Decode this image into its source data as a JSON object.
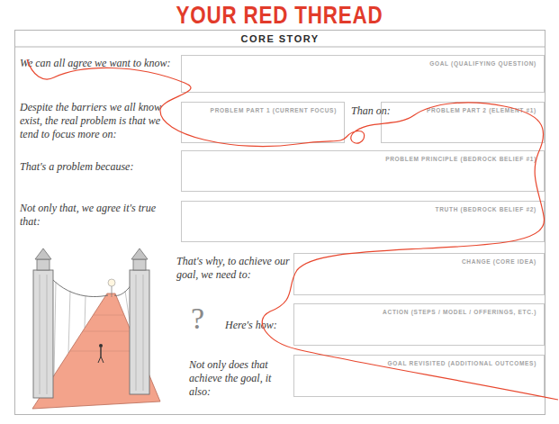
{
  "diagram": {
    "title": "YOUR RED THREAD",
    "nodes": [
      {
        "text": [
          "CORE STORY"
        ]
      },
      {
        "text": [
          "GOAL (QUALIFYING QUESTION)"
        ],
        "in": 0
      },
      {
        "text": [
          "PROBLEM PART 1 (CURRENT FOCUS)"
        ],
        "in": 0
      },
      {
        "text": [
          "PROBLEM PART 2 (ELEMENT #1)"
        ],
        "in": 0
      },
      {
        "text": [
          "PROBLEM PRINCIPLE (BEDROCK BELIEF #1)"
        ],
        "in": 0
      },
      {
        "text": [
          "TRUTH (BEDROCK BELIEF #2)"
        ],
        "in": 0
      },
      {
        "text": [
          "CHANGE (CORE IDEA)"
        ],
        "in": 0
      },
      {
        "text": [
          "ACTION (STEPS / MODEL / OFFERINGS, ETC.)"
        ],
        "in": 0
      },
      {
        "text": [
          "GOAL REVISITED (ADDITIONAL OUTCOMES)"
        ],
        "in": 0
      }
    ],
    "labels": [
      "We can all agree we want to know:",
      "Despite the barriers we all know exist, the real problem is that we tend to focus more on:",
      "Than on:",
      "That's a problem because:",
      "Not only that, we agree it's true that:",
      "That's why, to achieve our goal, we need to:",
      "Here's how:",
      "Not only does that achieve the goal, it also:",
      "?"
    ]
  }
}
